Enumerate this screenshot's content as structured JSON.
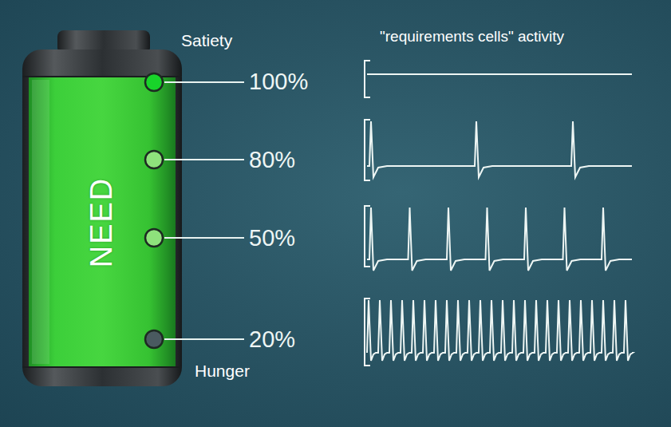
{
  "diagram": {
    "nodes": [
      {
        "text": [
          "NEED"
        ]
      }
    ],
    "labels": [
      "Satiety",
      "\"requirements cells\" activity",
      "100%",
      "80%",
      "50%",
      "20%",
      "Hunger"
    ]
  }
}
